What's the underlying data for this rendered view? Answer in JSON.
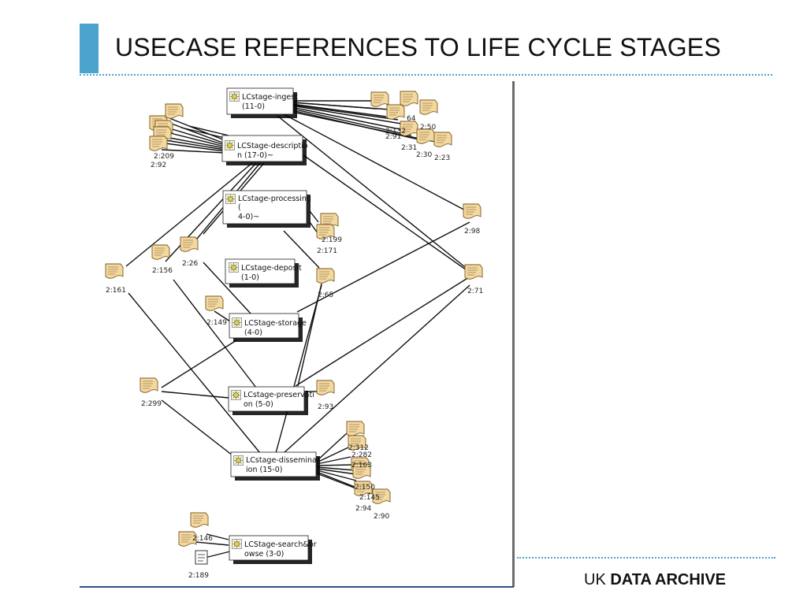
{
  "title": "USECASE REFERENCES TO LIFE CYCLE STAGES",
  "brand": {
    "prefix": "UK",
    "bold": "DATA ARCHIVE"
  },
  "diagram": {
    "stages": [
      {
        "id": "ingest",
        "lines": [
          "LCstage-ingest",
          "(11-0)"
        ]
      },
      {
        "id": "description",
        "lines": [
          "LCStage-descriptio",
          "n (17-0)~"
        ]
      },
      {
        "id": "processing",
        "lines": [
          "LCstage-processing",
          "(",
          "4-0)~"
        ]
      },
      {
        "id": "deposit",
        "lines": [
          "LCstage-deposit",
          "(1-0)"
        ]
      },
      {
        "id": "storage",
        "lines": [
          "LCStage-storage",
          "(4-0)"
        ]
      },
      {
        "id": "preservation",
        "lines": [
          "LCstage-preservati",
          "on (5-0)"
        ]
      },
      {
        "id": "dissemination",
        "lines": [
          "LCstage-disseminat",
          "ion (15-0)"
        ]
      },
      {
        "id": "search",
        "lines": [
          "LCStage-search&br",
          "owse (3-0)"
        ]
      }
    ],
    "docs": [
      {
        "id": "d98",
        "label": "2:98"
      },
      {
        "id": "d71",
        "label": "2:71"
      },
      {
        "id": "d161",
        "label": "2:161"
      },
      {
        "id": "d156",
        "label": "2:156"
      },
      {
        "id": "d26",
        "label": "2:26"
      },
      {
        "id": "d149",
        "label": "2:149"
      },
      {
        "id": "d299",
        "label": "2:299"
      },
      {
        "id": "d199",
        "label": "2:199"
      },
      {
        "id": "d171",
        "label": "2:171"
      },
      {
        "id": "d65",
        "label": "2:65"
      },
      {
        "id": "d93",
        "label": "2:93"
      },
      {
        "id": "d92",
        "label": "2:92"
      },
      {
        "id": "d209",
        "label": "2:209"
      },
      {
        "id": "d132",
        "label": "2:132"
      },
      {
        "id": "d91",
        "label": "2:91"
      },
      {
        "id": "d31",
        "label": "2:31"
      },
      {
        "id": "d30",
        "label": "2:30"
      },
      {
        "id": "d23",
        "label": "2:23"
      },
      {
        "id": "d50",
        "label": "2:50"
      },
      {
        "id": "d64",
        "label": "64"
      },
      {
        "id": "d312",
        "label": "2:312"
      },
      {
        "id": "d282",
        "label": "2:282"
      },
      {
        "id": "d163",
        "label": "2:163"
      },
      {
        "id": "d150",
        "label": "2:150"
      },
      {
        "id": "d145",
        "label": "2:145"
      },
      {
        "id": "d94",
        "label": "2:94"
      },
      {
        "id": "d90",
        "label": "2:90"
      },
      {
        "id": "d146",
        "label": "2:146"
      },
      {
        "id": "d189",
        "label": "2:189"
      }
    ]
  }
}
